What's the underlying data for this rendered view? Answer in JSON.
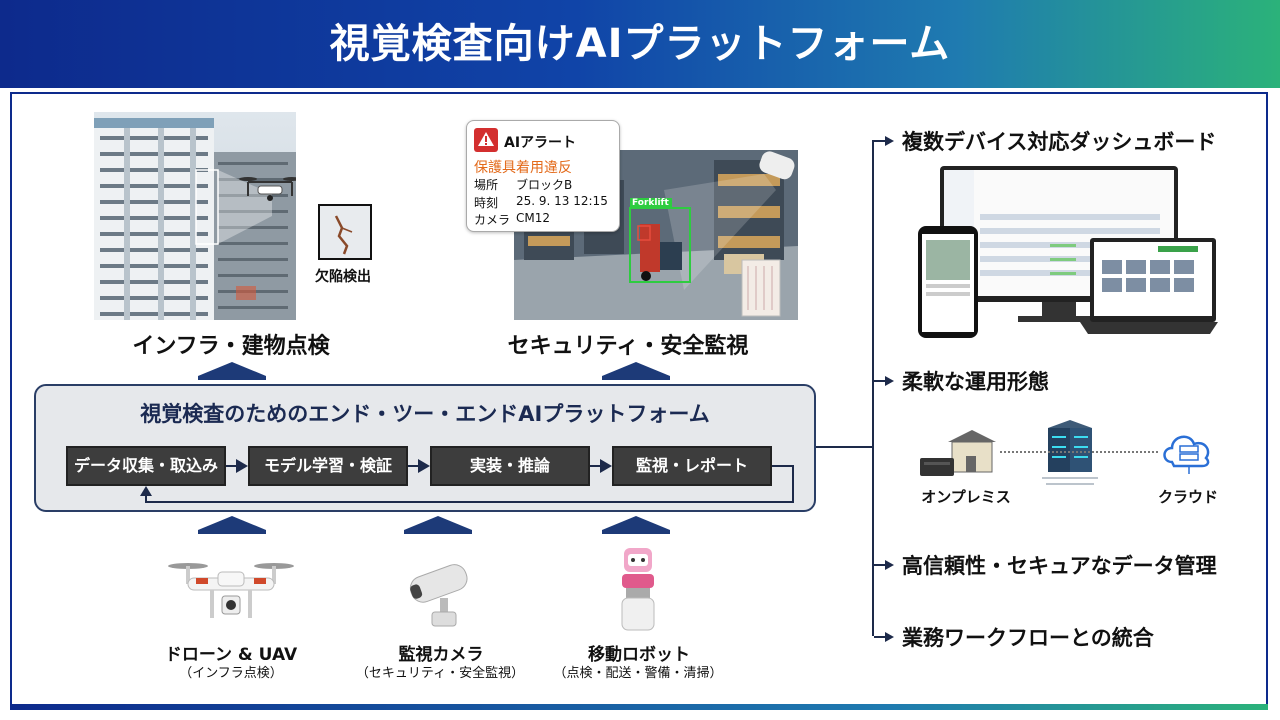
{
  "header": {
    "title": "視覚検査向けAIプラットフォーム"
  },
  "top": {
    "infra_caption": "インフラ・建物点検",
    "defect_label": "欠陥検出",
    "security_caption": "セキュリティ・安全監視",
    "forklift_label": "Forklift"
  },
  "alert": {
    "badge": "ALERT",
    "title": "AIアラート",
    "event": "保護具着用違反",
    "location_key": "場所",
    "location_val": "ブロックB",
    "time_key": "時刻",
    "time_val": "25. 9. 13 12:15",
    "camera_key": "カメラ",
    "camera_val": "CM12"
  },
  "platform": {
    "title": "視覚検査のためのエンド・ツー・エンドAIプラットフォーム",
    "steps": [
      "データ収集・取込み",
      "モデル学習・検証",
      "実装・推論",
      "監視・レポート"
    ]
  },
  "devices": [
    {
      "label": "ドローン & UAV",
      "sub": "（インフラ点検）"
    },
    {
      "label": "監視カメラ",
      "sub": "（セキュリティ・安全監視）"
    },
    {
      "label": "移動ロボット",
      "sub": "（点検・配送・警備・清掃）"
    }
  ],
  "features": {
    "dashboard": "複数デバイス対応ダッシュボード",
    "deployment": "柔軟な運用形態",
    "on_premise": "オンプレミス",
    "cloud": "クラウド",
    "data": "高信頼性・セキュアなデータ管理",
    "workflow": "業務ワークフローとの統合"
  },
  "colors": {
    "header_start": "#0d2a8c",
    "header_end": "#2bb27a",
    "step_bg": "#3d3d3d",
    "alert_red": "#d32f2f",
    "alert_orange": "#e36a1a",
    "forklift_green": "#2ecc40"
  }
}
